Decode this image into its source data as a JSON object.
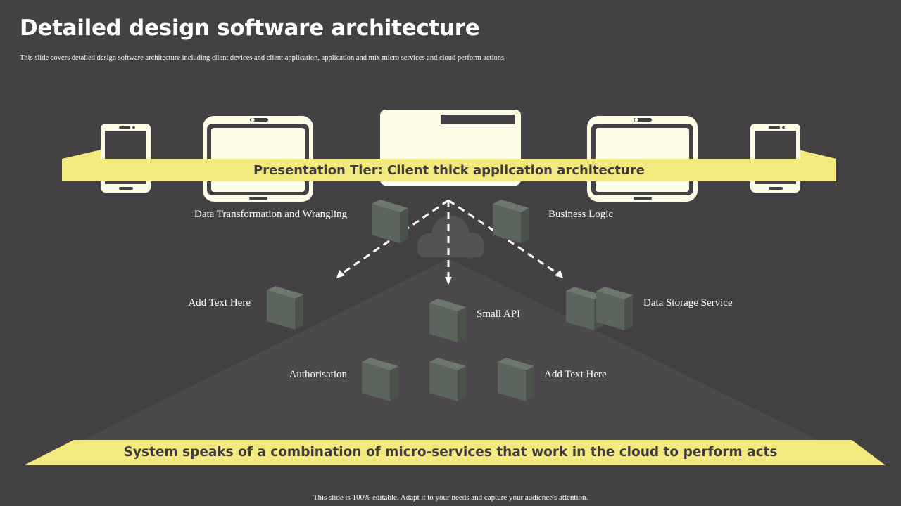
{
  "title": "Detailed design software architecture",
  "subtitle": "This slide covers detailed design software architecture including client devices and client application, application and mix micro services and cloud perform actions",
  "presentation_tier": "Presentation Tier: Client thick application architecture",
  "system_banner": "System speaks of a combination of micro-services that work in the cloud to perform acts",
  "labels": {
    "data_transformation": "Data Transformation  and Wrangling",
    "business_logic": "Business  Logic",
    "add_text_left": "Add Text  Here",
    "small_api": "Small  API",
    "data_storage": "Data Storage Service",
    "authorisation": "Authorisation",
    "add_text_right": "Add Text  Here"
  },
  "footer": "This slide is 100% editable.  Adapt it to your needs and capture your audience's  attention.",
  "colors": {
    "background": "#434143",
    "banner_yellow": "#f2ea7e",
    "device_fill": "#fdfce6",
    "cube": "#5d665e"
  },
  "icons": [
    "phone-icon",
    "tablet-icon",
    "monitor-icon",
    "cloud-icon",
    "cube-icon",
    "arrow-icon"
  ]
}
